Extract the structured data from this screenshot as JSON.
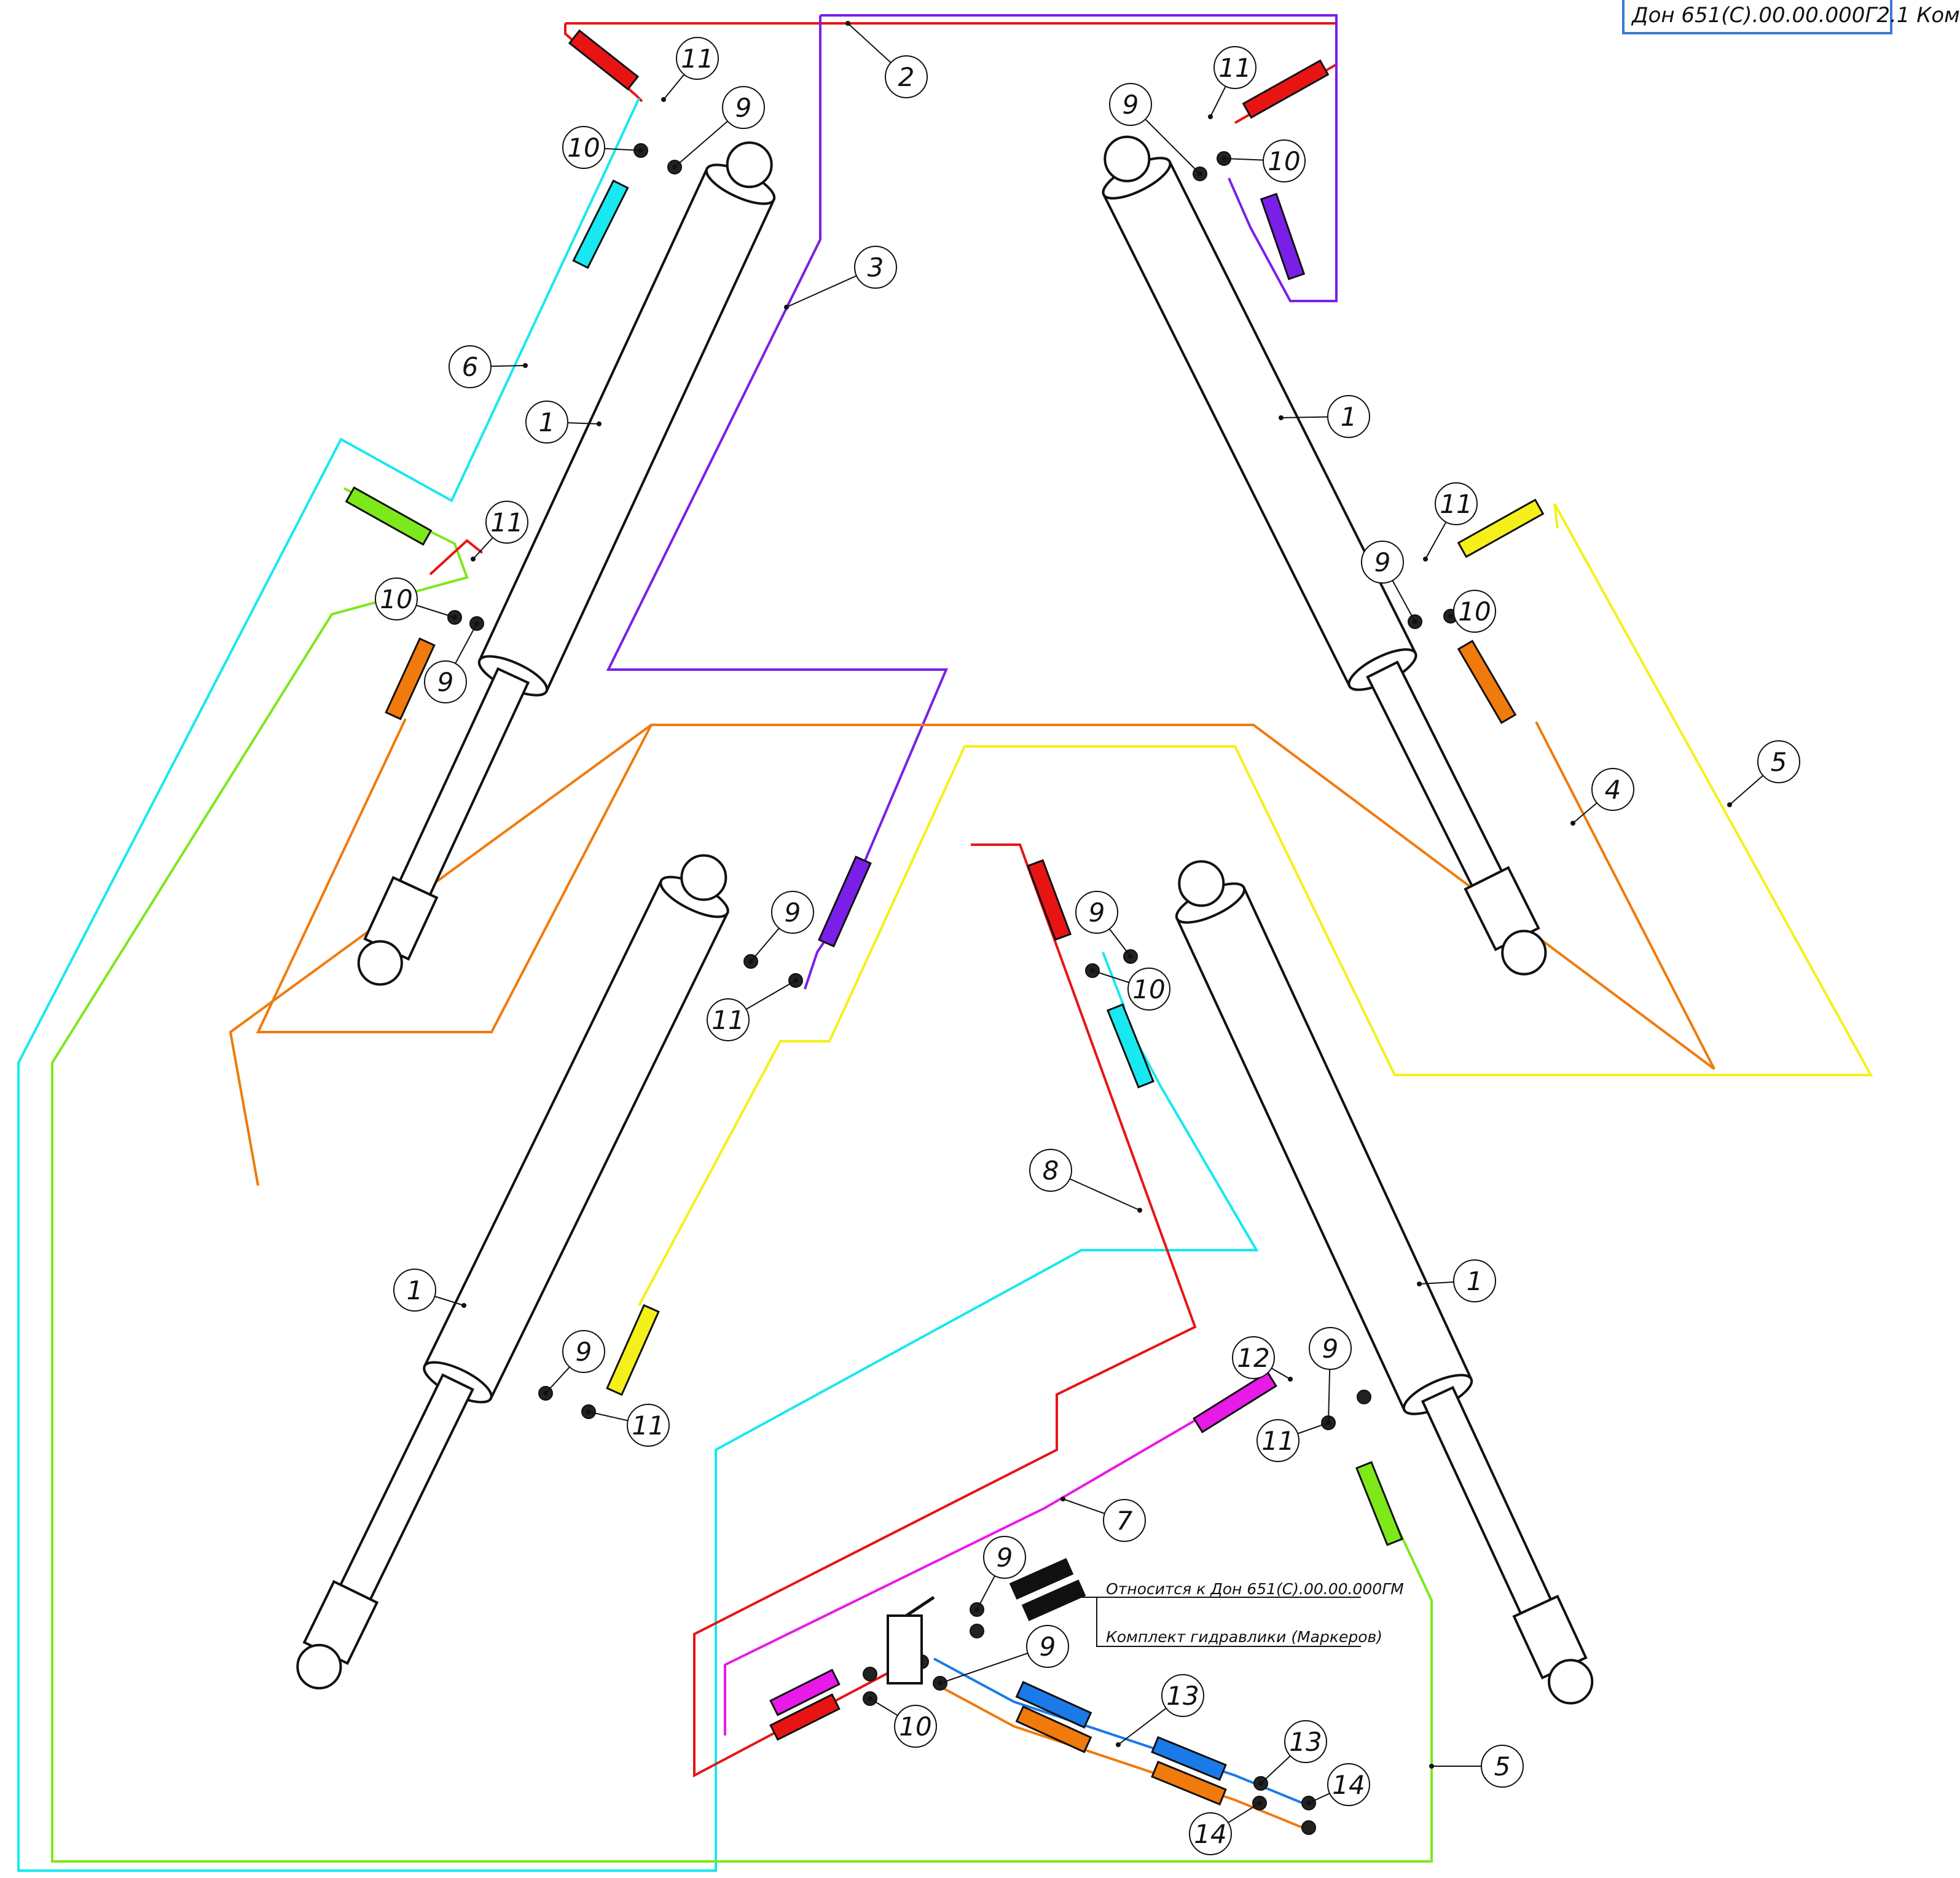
{
  "title_block": {
    "text": "Дон 651(С).00.00.000Г2.1 Ком"
  },
  "notes": {
    "line1": "Относится к Дон 651(С).00.00.000ГМ",
    "line2": "Комплект гидравлики (Маркеров)"
  },
  "colors": {
    "red": "#e81414",
    "violet": "#7a1fe8",
    "cyan": "#18e8f0",
    "green": "#7de81a",
    "orange": "#f07a0c",
    "yellow": "#f5f01a",
    "magenta": "#e81ae8",
    "blue": "#1a7ae8",
    "black": "#111111"
  },
  "callouts": [
    {
      "label": "1",
      "color": "black"
    },
    {
      "label": "1",
      "color": "black"
    },
    {
      "label": "1",
      "color": "black"
    },
    {
      "label": "1",
      "color": "black"
    },
    {
      "label": "2",
      "color": "red"
    },
    {
      "label": "3",
      "color": "violet"
    },
    {
      "label": "4",
      "color": "orange"
    },
    {
      "label": "5",
      "color": "yellow"
    },
    {
      "label": "5",
      "color": "green"
    },
    {
      "label": "6",
      "color": "cyan"
    },
    {
      "label": "7",
      "color": "magenta"
    },
    {
      "label": "8",
      "color": "red"
    },
    {
      "label": "9",
      "color": "black"
    },
    {
      "label": "9",
      "color": "black"
    },
    {
      "label": "9",
      "color": "black"
    },
    {
      "label": "9",
      "color": "black"
    },
    {
      "label": "9",
      "color": "black"
    },
    {
      "label": "9",
      "color": "black"
    },
    {
      "label": "9",
      "color": "black"
    },
    {
      "label": "9",
      "color": "black"
    },
    {
      "label": "9",
      "color": "black"
    },
    {
      "label": "9",
      "color": "black"
    },
    {
      "label": "10",
      "color": "black"
    },
    {
      "label": "10",
      "color": "black"
    },
    {
      "label": "10",
      "color": "black"
    },
    {
      "label": "10",
      "color": "black"
    },
    {
      "label": "10",
      "color": "black"
    },
    {
      "label": "10",
      "color": "black"
    },
    {
      "label": "11",
      "color": "black"
    },
    {
      "label": "11",
      "color": "black"
    },
    {
      "label": "11",
      "color": "black"
    },
    {
      "label": "11",
      "color": "black"
    },
    {
      "label": "11",
      "color": "black"
    },
    {
      "label": "11",
      "color": "black"
    },
    {
      "label": "11",
      "color": "black"
    },
    {
      "label": "12",
      "color": "black"
    },
    {
      "label": "13",
      "color": "black"
    },
    {
      "label": "13",
      "color": "black"
    },
    {
      "label": "14",
      "color": "black"
    },
    {
      "label": "14",
      "color": "black"
    }
  ]
}
